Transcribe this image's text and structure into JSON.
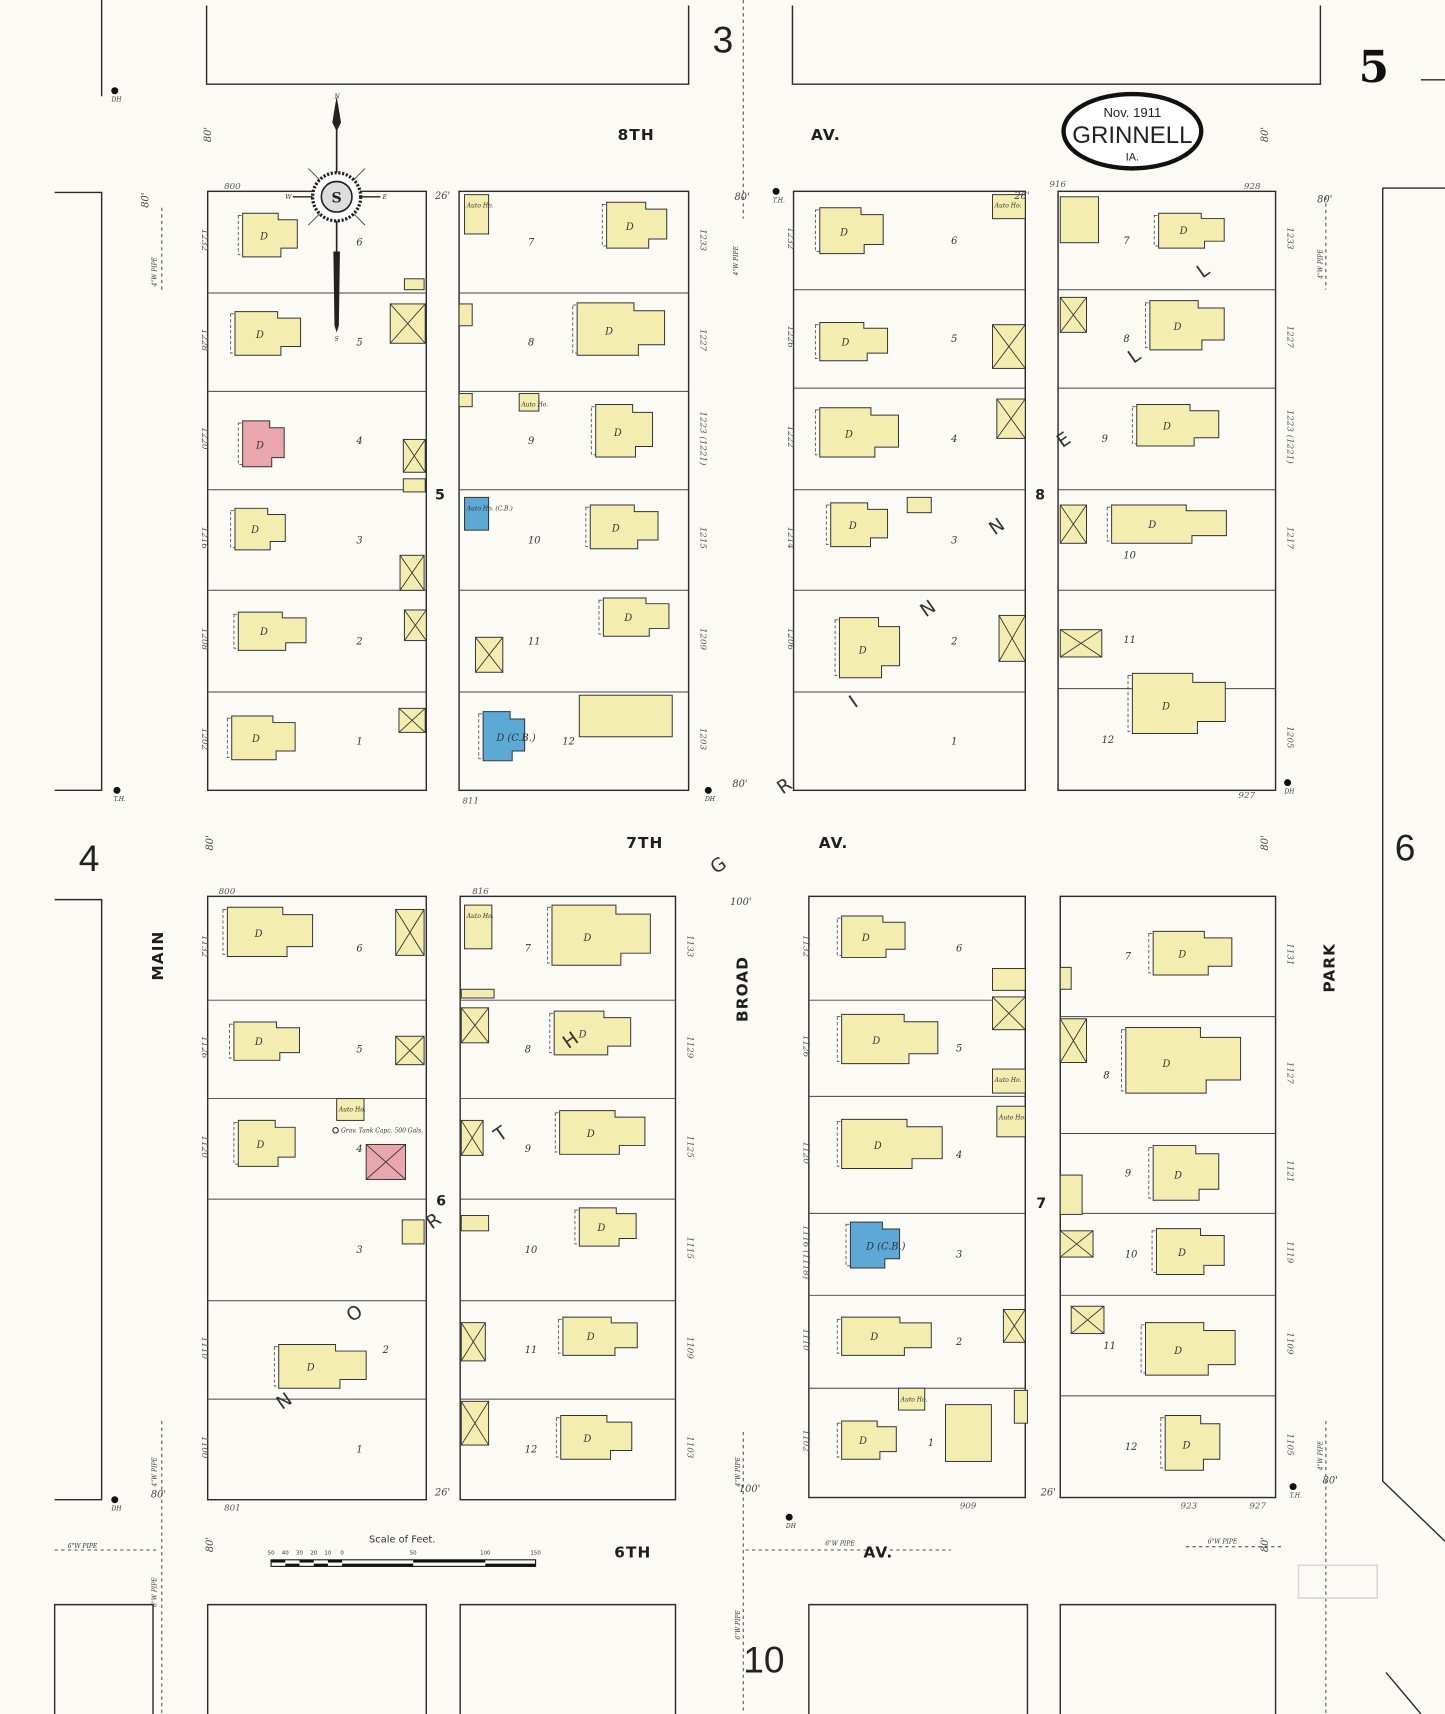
{
  "title": {
    "date": "Nov. 1911",
    "city": "GRINNELL",
    "state": "IA."
  },
  "sheet_number": "5",
  "adjoining_sheets": {
    "top": "3",
    "left": "4",
    "right": "6",
    "bottom": "10"
  },
  "streets": {
    "eighth": "8TH",
    "seventh": "7TH",
    "sixth": "6TH",
    "av": "AV.",
    "main": "MAIN",
    "broad": "BROAD",
    "park": "PARK"
  },
  "overlay_text": "NORTH GRINNELL",
  "compass": {
    "n": "N",
    "s": "S",
    "e": "E",
    "w": "W"
  },
  "scale": {
    "title": "Scale of Feet.",
    "ticks": [
      "50",
      "40",
      "30",
      "20",
      "10",
      "0",
      "50",
      "100",
      "150"
    ]
  },
  "pipes": {
    "four_inch": "4\"W PIPE",
    "six_inch": "6\"W PIPE"
  },
  "hydrants": {
    "double": "DH",
    "triple": "T.H."
  },
  "widths": {
    "w80": "80'",
    "w26": "26'",
    "w100": "100'"
  },
  "corner_numbers": {
    "c800": "800",
    "c811": "811",
    "c916": "916",
    "c928": "928",
    "c927": "927",
    "c801": "801",
    "c909": "909",
    "c923": "923",
    "c816": "816"
  },
  "colors": {
    "frame": "#f4edb0",
    "brick": "#e9a7ad",
    "concrete_block": "#5da9d6",
    "paper": "#fbfaf4"
  },
  "tank_note": "Grav. Tank Capc. 500 Gals.",
  "blocks": [
    {
      "number": "5",
      "halves": [
        {
          "lots": [
            {
              "n": "6",
              "addr": "1232",
              "label": "D",
              "material": "frame"
            },
            {
              "n": "5",
              "addr": "1228",
              "label": "D",
              "material": "frame"
            },
            {
              "n": "4",
              "addr": "1220",
              "label": "D",
              "material": "brick"
            },
            {
              "n": "3",
              "addr": "1216",
              "label": "D",
              "material": "frame"
            },
            {
              "n": "2",
              "addr": "1208",
              "label": "D",
              "material": "frame"
            },
            {
              "n": "1",
              "addr": "1202",
              "label": "D",
              "material": "frame"
            }
          ],
          "outbuildings": []
        },
        {
          "lots": [
            {
              "n": "7",
              "addr": "1233",
              "label": "D",
              "material": "frame"
            },
            {
              "n": "8",
              "addr": "1227",
              "label": "D",
              "material": "frame"
            },
            {
              "n": "9",
              "addr": "1223 (1221)",
              "label": "D",
              "material": "frame"
            },
            {
              "n": "10",
              "addr": "1215",
              "label": "D",
              "material": "frame"
            },
            {
              "n": "11",
              "addr": "1209",
              "label": "D",
              "material": "frame"
            },
            {
              "n": "12",
              "addr": "1203",
              "label": "D (C.B.)",
              "material": "concrete_block"
            }
          ],
          "outbuildings": [
            "Auto Ho.",
            "Auto Ho.",
            "Auto Ho. (C.B.)"
          ]
        }
      ]
    },
    {
      "number": "8",
      "halves": [
        {
          "lots": [
            {
              "n": "6",
              "addr": "1232",
              "label": "D",
              "material": "frame"
            },
            {
              "n": "5",
              "addr": "1226",
              "label": "D",
              "material": "frame"
            },
            {
              "n": "4",
              "addr": "1222",
              "label": "D",
              "material": "frame"
            },
            {
              "n": "3",
              "addr": "1214",
              "label": "D",
              "material": "frame"
            },
            {
              "n": "2",
              "addr": "1206",
              "label": "D",
              "material": "frame"
            },
            {
              "n": "1",
              "addr": "",
              "label": "",
              "material": ""
            }
          ],
          "outbuildings": [
            "Auto Ho."
          ]
        },
        {
          "lots": [
            {
              "n": "7",
              "addr": "1233",
              "label": "D",
              "material": "frame"
            },
            {
              "n": "8",
              "addr": "1227",
              "label": "D",
              "material": "frame"
            },
            {
              "n": "9",
              "addr": "1223 (1221)",
              "label": "D",
              "material": "frame"
            },
            {
              "n": "10",
              "addr": "1217",
              "label": "D",
              "material": "frame"
            },
            {
              "n": "11",
              "addr": "",
              "label": "",
              "material": ""
            },
            {
              "n": "12",
              "addr": "1205",
              "label": "D",
              "material": "frame"
            }
          ],
          "outbuildings": []
        }
      ]
    },
    {
      "number": "6",
      "halves": [
        {
          "lots": [
            {
              "n": "6",
              "addr": "1132",
              "label": "D",
              "material": "frame"
            },
            {
              "n": "5",
              "addr": "1126",
              "label": "D",
              "material": "frame"
            },
            {
              "n": "4",
              "addr": "1120",
              "label": "D",
              "material": "frame"
            },
            {
              "n": "3",
              "addr": "",
              "label": "",
              "material": ""
            },
            {
              "n": "2",
              "addr": "1110",
              "label": "D",
              "material": "frame"
            },
            {
              "n": "1",
              "addr": "1100",
              "label": "",
              "material": ""
            }
          ],
          "outbuildings": [
            "Auto Ho."
          ]
        },
        {
          "lots": [
            {
              "n": "7",
              "addr": "1133",
              "label": "D",
              "material": "frame"
            },
            {
              "n": "8",
              "addr": "1129",
              "label": "D",
              "material": "frame"
            },
            {
              "n": "9",
              "addr": "1125",
              "label": "D",
              "material": "frame"
            },
            {
              "n": "10",
              "addr": "1115",
              "label": "D",
              "material": "frame"
            },
            {
              "n": "11",
              "addr": "1109",
              "label": "D",
              "material": "frame"
            },
            {
              "n": "12",
              "addr": "1103",
              "label": "D",
              "material": "frame"
            }
          ],
          "outbuildings": [
            "Auto Ho."
          ]
        }
      ]
    },
    {
      "number": "7",
      "halves": [
        {
          "lots": [
            {
              "n": "6",
              "addr": "1132",
              "label": "D",
              "material": "frame"
            },
            {
              "n": "5",
              "addr": "1126",
              "label": "D",
              "material": "frame"
            },
            {
              "n": "4",
              "addr": "1120",
              "label": "D",
              "material": "frame"
            },
            {
              "n": "3",
              "addr": "1116 (1118)",
              "label": "D (C.B.)",
              "material": "concrete_block"
            },
            {
              "n": "2",
              "addr": "1110",
              "label": "D",
              "material": "frame"
            },
            {
              "n": "1",
              "addr": "1102",
              "label": "D",
              "material": "frame"
            }
          ],
          "outbuildings": [
            "Auto Ho.",
            "Auto Ho.",
            "Auto Ho."
          ]
        },
        {
          "lots": [
            {
              "n": "7",
              "addr": "1131",
              "label": "D",
              "material": "frame"
            },
            {
              "n": "8",
              "addr": "1127",
              "label": "D",
              "material": "frame"
            },
            {
              "n": "9",
              "addr": "1121",
              "label": "D",
              "material": "frame"
            },
            {
              "n": "10",
              "addr": "1119",
              "label": "D",
              "material": "frame"
            },
            {
              "n": "11",
              "addr": "1109",
              "label": "D",
              "material": "frame"
            },
            {
              "n": "12",
              "addr": "1105",
              "label": "D",
              "material": "frame"
            }
          ],
          "outbuildings": []
        }
      ]
    }
  ]
}
